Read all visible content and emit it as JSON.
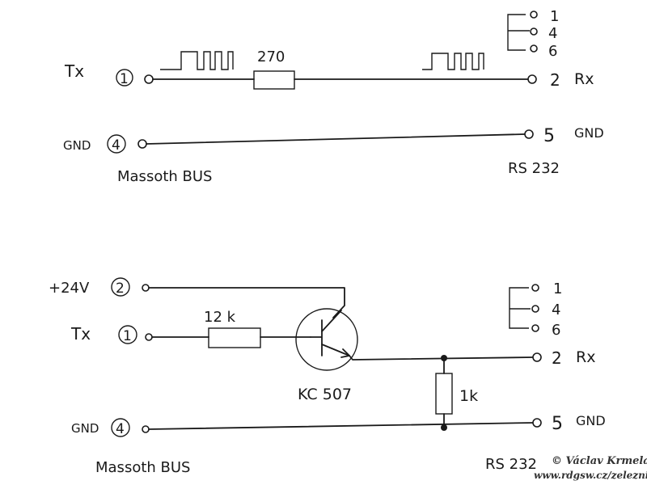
{
  "diagram1": {
    "tx_label": "Tx",
    "tx_pin": "1",
    "gnd_label": "GND",
    "gnd_pin": "4",
    "resistor": "270",
    "rx_pin": "2",
    "rx_label": "Rx",
    "gnd_rs_pin": "5",
    "gnd_rs_label": "GND",
    "bus_label": "Massoth BUS",
    "rs_label": "RS 232",
    "connector_pins": [
      "1",
      "4",
      "6"
    ]
  },
  "diagram2": {
    "v24_label": "+24V",
    "v24_pin": "2",
    "tx_label": "Tx",
    "tx_pin": "1",
    "resistor_base": "12 k",
    "transistor": "KC 507",
    "resistor_pull": "1k",
    "rx_pin": "2",
    "rx_label": "Rx",
    "gnd_label": "GND",
    "gnd_pin": "4",
    "gnd_rs_pin": "5",
    "gnd_rs_label": "GND",
    "bus_label": "Massoth BUS",
    "rs_label": "RS 232",
    "connector_pins": [
      "1",
      "4",
      "6"
    ]
  },
  "credit": {
    "author": "© Václav Krmela",
    "url": "www.rdgsw.cz/zeleznice"
  }
}
